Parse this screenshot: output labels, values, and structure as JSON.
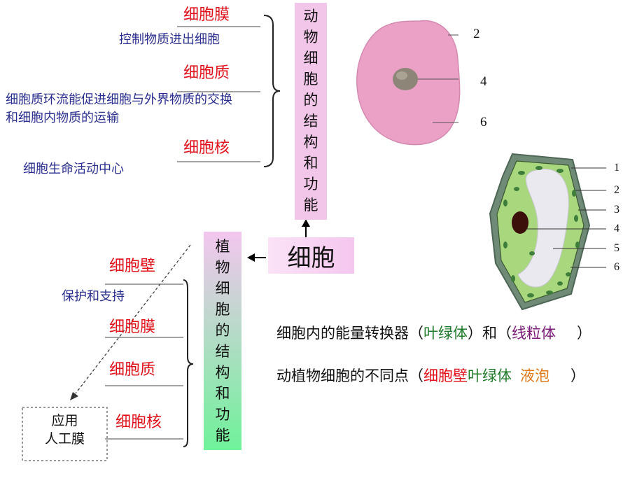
{
  "animal_cell": {
    "title_chars": [
      "动",
      "物",
      "细",
      "胞",
      "的",
      "结",
      "构",
      "和",
      "功",
      "能"
    ],
    "parts": {
      "membrane": "细胞膜",
      "cytoplasm": "细胞质",
      "nucleus": "细胞核"
    },
    "descriptions": {
      "membrane": "控制物质进出细胞",
      "cytoplasm": "细胞质环流能促进细胞与外界物质的交换和细胞内物质的运输",
      "nucleus": "细胞生命活动中心"
    },
    "figure_labels": [
      "2",
      "4",
      "6"
    ],
    "colors": {
      "cell_fill": "#eba0c6",
      "title_bg": "#f2c6e9"
    }
  },
  "plant_cell": {
    "title_chars": [
      "植",
      "物",
      "细",
      "胞",
      "的",
      "结",
      "构",
      "和",
      "功",
      "能"
    ],
    "parts": {
      "wall": "细胞壁",
      "membrane": "细胞膜",
      "cytoplasm": "细胞质",
      "nucleus": "细胞核"
    },
    "descriptions": {
      "wall": "保护和支持"
    },
    "application_box": [
      "应用",
      "人工膜"
    ],
    "figure_labels": [
      "1",
      "2",
      "3",
      "4",
      "5",
      "6"
    ],
    "colors": {
      "cytoplasm_fill": "#a9d77e",
      "wall_fill": "#6f8a76",
      "title_gradient_top": "#f3c6ef",
      "title_gradient_bottom": "#6ff29a"
    }
  },
  "center": {
    "label": "细胞"
  },
  "statements": {
    "energy": {
      "prefix": "细胞内的能量转换器（",
      "chloroplast": "叶绿体",
      "middle": "）和（",
      "mitochondria": "线粒体",
      "suffix": "）"
    },
    "differences": {
      "prefix": "动植物细胞的不同点（",
      "wall": "细胞壁",
      "chloroplast": "叶绿体",
      "vacuole": "液泡",
      "suffix": "）"
    },
    "colors": {
      "green": "#1f7a2a",
      "purple": "#7a1a78",
      "orange": "#e07a1a",
      "red": "#e0101a"
    }
  }
}
